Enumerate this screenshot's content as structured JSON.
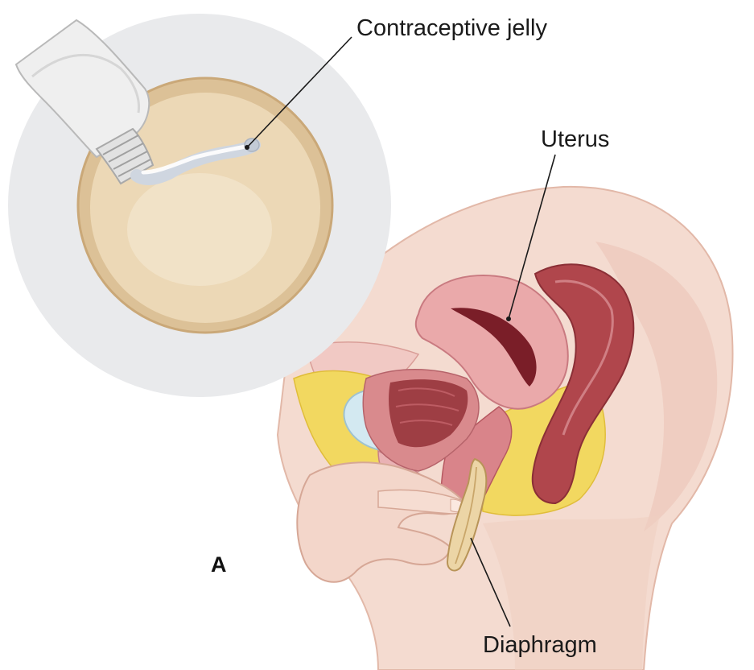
{
  "figure": {
    "panel_letter": "A",
    "labels": {
      "contraceptive_jelly": "Contraceptive jelly",
      "uterus": "Uterus",
      "diaphragm": "Diaphragm"
    }
  },
  "colors": {
    "background": "#ffffff",
    "inset_circle": "#e7e8ea",
    "diaphragm_dome": "#ecd6b2",
    "diaphragm_rim": "#d9b98c",
    "jelly_tube": "#eeeeee",
    "jelly_bead": "#dfe6ef",
    "skin": "#f3d7cc",
    "skin_shadow": "#e8bfb1",
    "uterus": "#e8a6a6",
    "uterus_cavity": "#b8535a",
    "rectum": "#a8454a",
    "fat": "#f1d85a",
    "bladder": "#cfe6ef",
    "label_text": "#1a1a1a"
  }
}
